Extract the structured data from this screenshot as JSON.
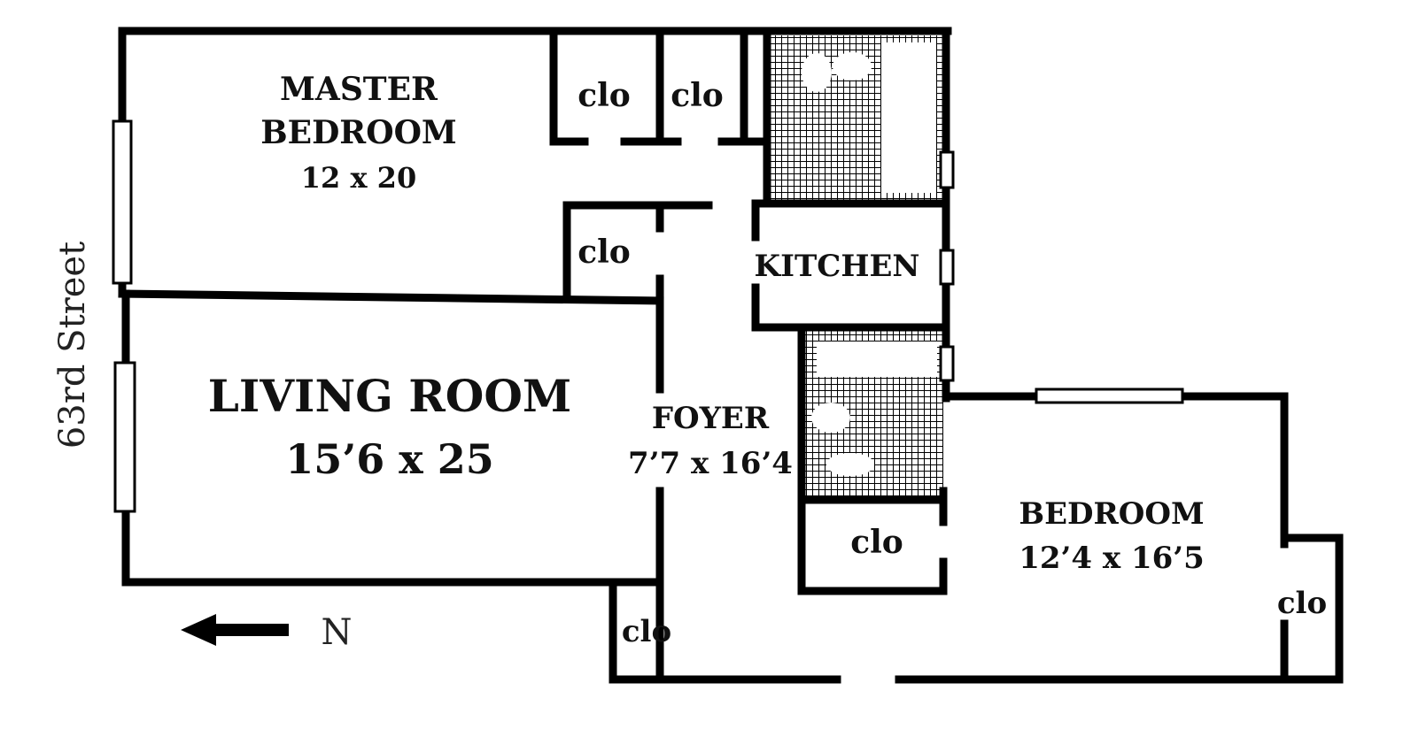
{
  "street": "63rd Street",
  "compass": {
    "label": "N"
  },
  "rooms": {
    "master_bedroom": {
      "name_line1": "MASTER",
      "name_line2": "BEDROOM",
      "size": "12 x 20"
    },
    "living_room": {
      "name": "LIVING ROOM",
      "size": "15’6 x 25"
    },
    "foyer": {
      "name": "FOYER",
      "size": "7’7 x 16’4"
    },
    "kitchen": {
      "name": "KITCHEN"
    },
    "bedroom": {
      "name": "BEDROOM",
      "size": "12’4 x 16’5"
    }
  },
  "closets": [
    "clo",
    "clo",
    "clo",
    "clo",
    "clo",
    "clo"
  ],
  "colors": {
    "wall": "#000000",
    "tile": "#000000",
    "background": "#ffffff"
  }
}
